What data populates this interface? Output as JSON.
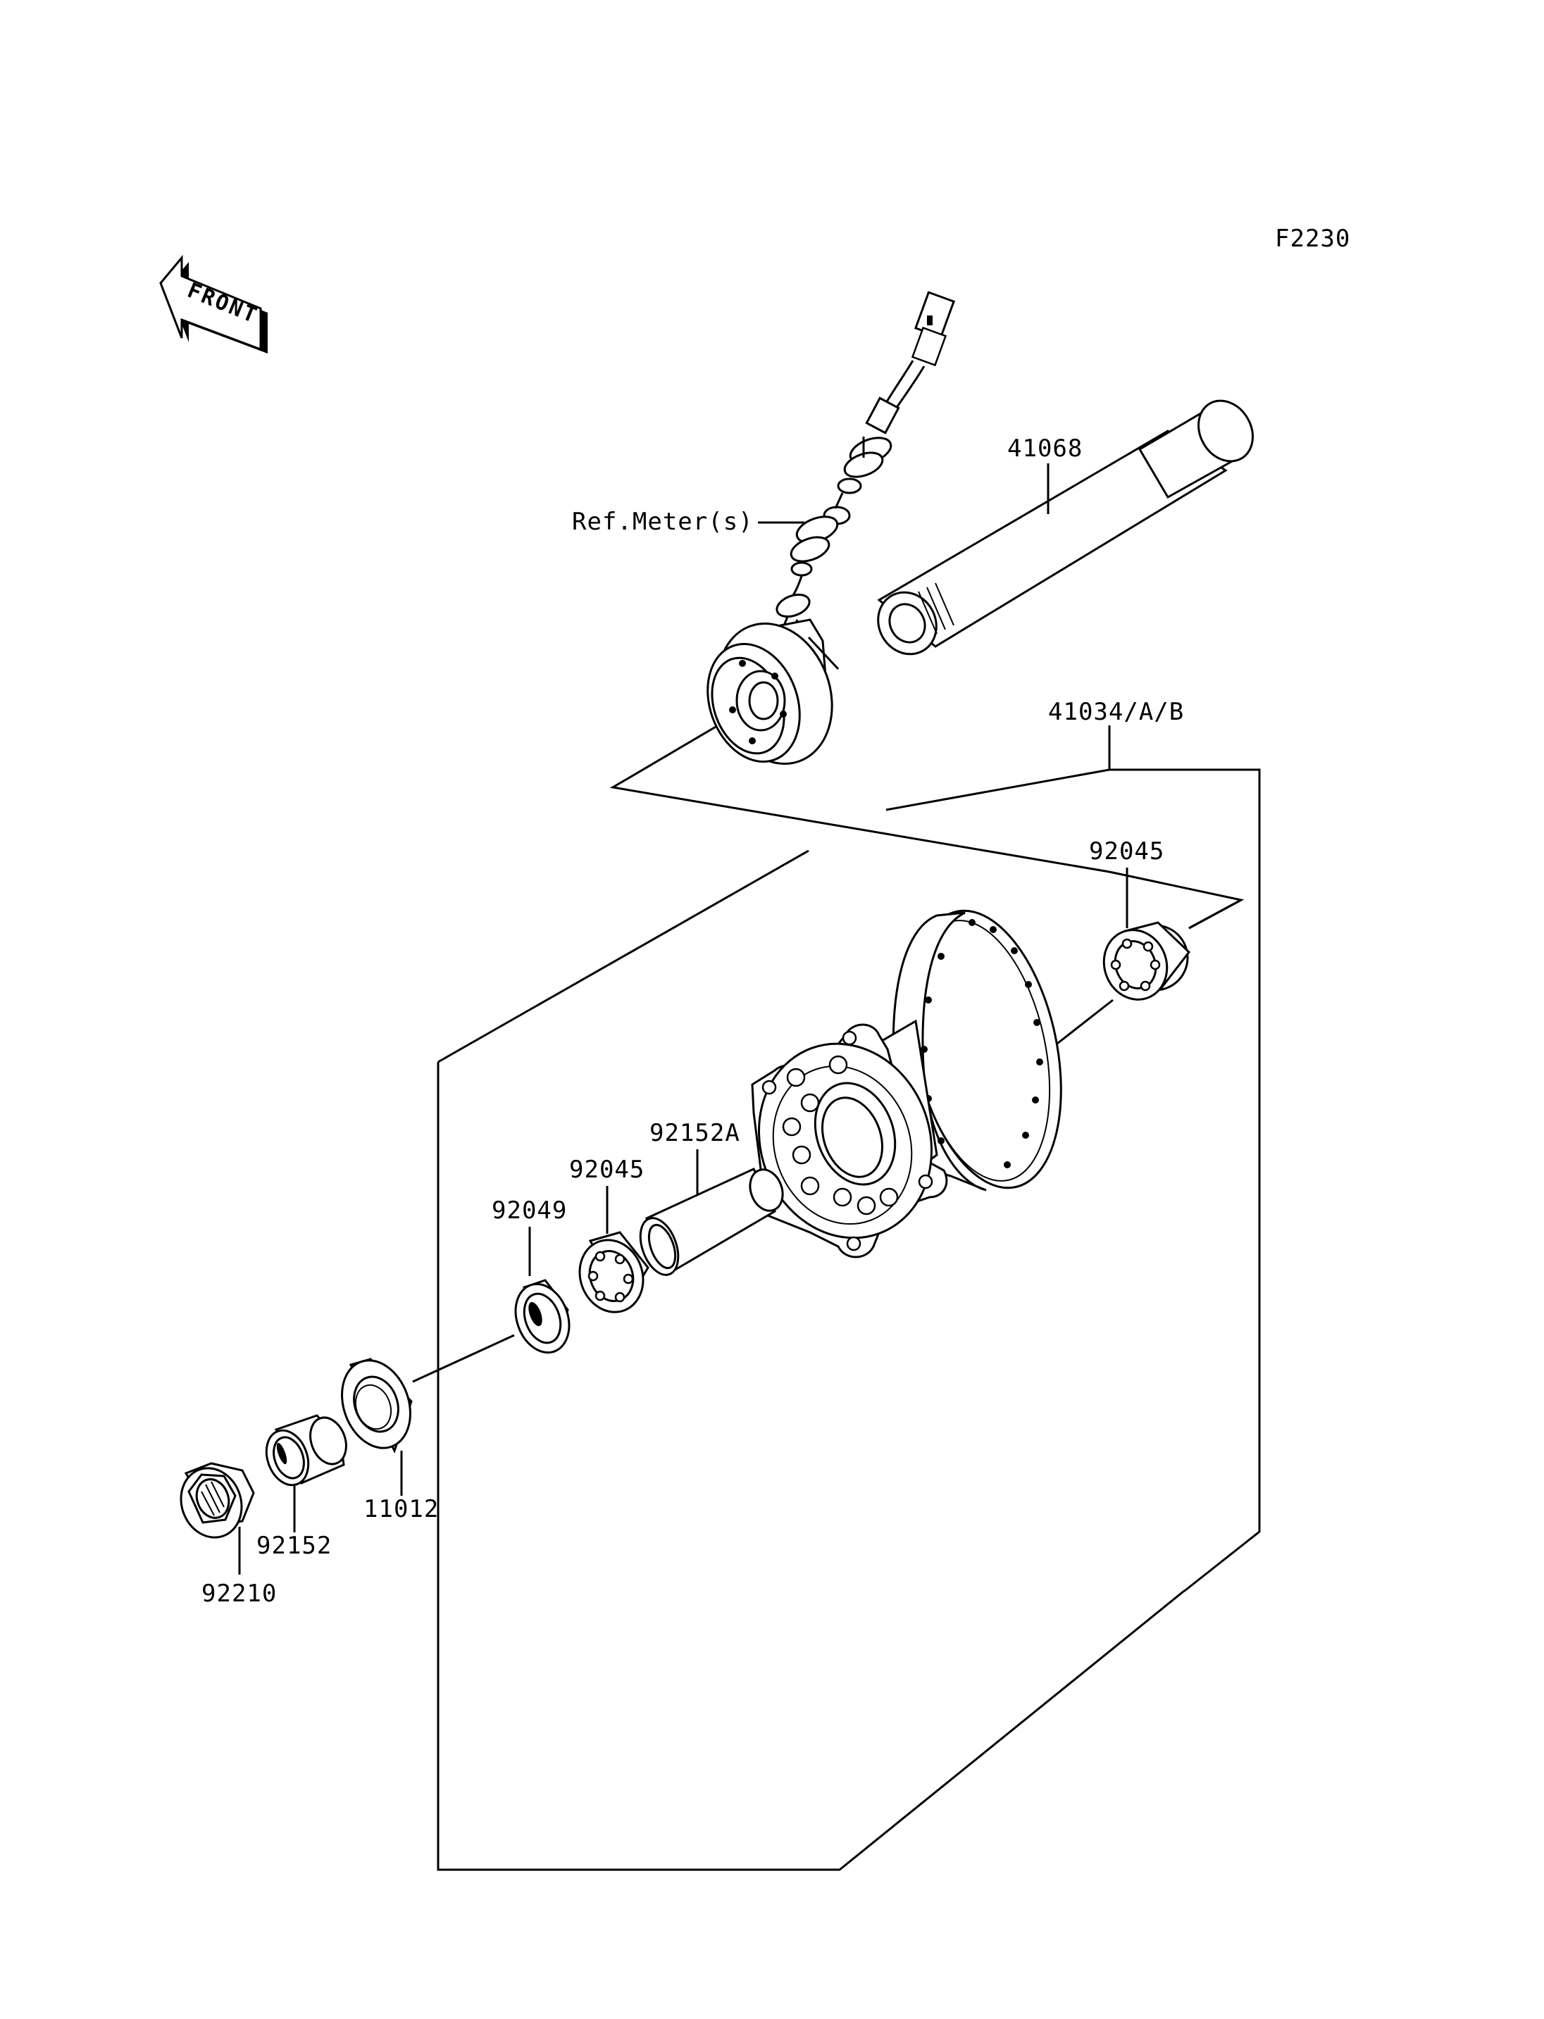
{
  "figure_code": "F2230",
  "front_arrow": {
    "label": "FRONT",
    "icon": "front-direction-arrow-icon"
  },
  "labels": {
    "axle": "41068",
    "ref_meter": "Ref.Meter(s)",
    "hub_assy": "41034/A/B",
    "bearing_right": "92045",
    "spacer_center": "92152A",
    "bearing_left": "92045",
    "seal": "92049",
    "collar_plate": "11012",
    "collar": "92152",
    "nut": "92210"
  }
}
